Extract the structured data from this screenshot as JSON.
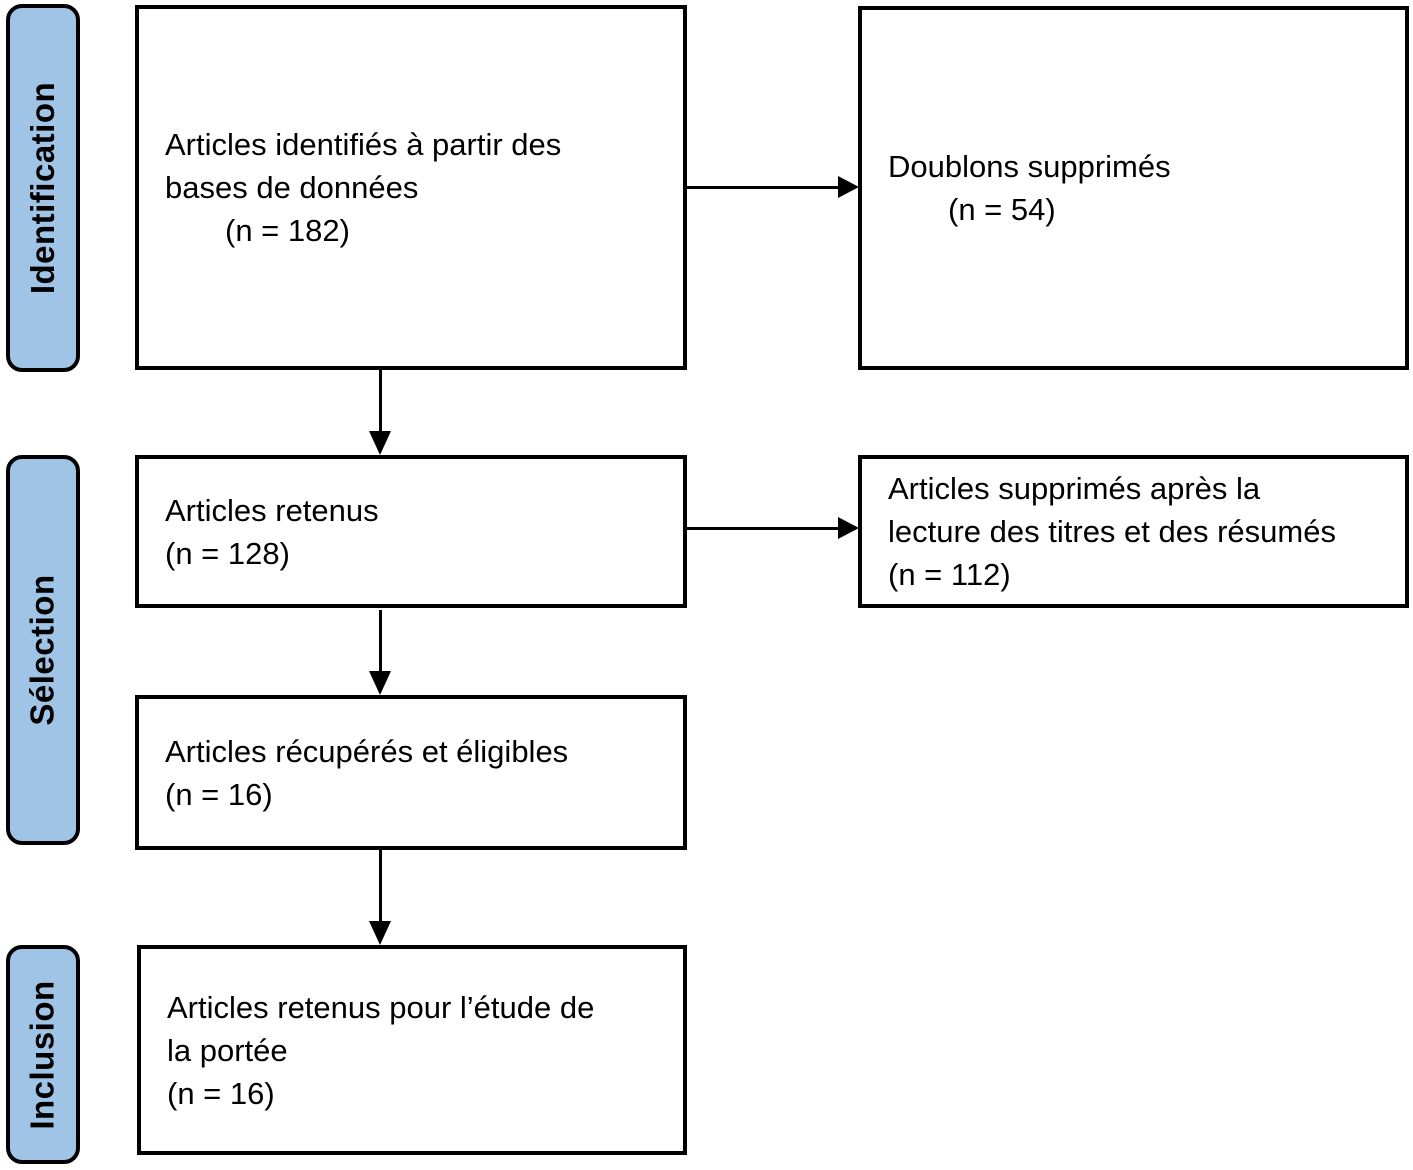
{
  "stages": [
    {
      "label": "Identification"
    },
    {
      "label": "Sélection"
    },
    {
      "label": "Inclusion"
    }
  ],
  "boxes": {
    "identified": {
      "lines": [
        "Articles identifiés à partir des",
        "bases de données",
        "(n = 182)"
      ],
      "n": 182
    },
    "duplicates_removed": {
      "lines": [
        "Doublons supprimés",
        "(n = 54)"
      ],
      "n": 54
    },
    "retained": {
      "lines": [
        "Articles retenus",
        "(n = 128)"
      ],
      "n": 128
    },
    "excluded_titles_abstracts": {
      "lines": [
        "Articles supprimés après la",
        "lecture des titres et des résumés",
        "(n = 112)"
      ],
      "n": 112
    },
    "retrieved_eligible": {
      "lines": [
        "Articles récupérés et éligibles",
        "(n = 16)"
      ],
      "n": 16
    },
    "included_scoping": {
      "lines": [
        "Articles retenus pour l’étude de",
        "la portée",
        "(n = 16)"
      ],
      "n": 16
    }
  },
  "colors": {
    "stage_fill": "#A0C4E6",
    "border": "#000000",
    "box_fill": "#FFFFFF"
  }
}
